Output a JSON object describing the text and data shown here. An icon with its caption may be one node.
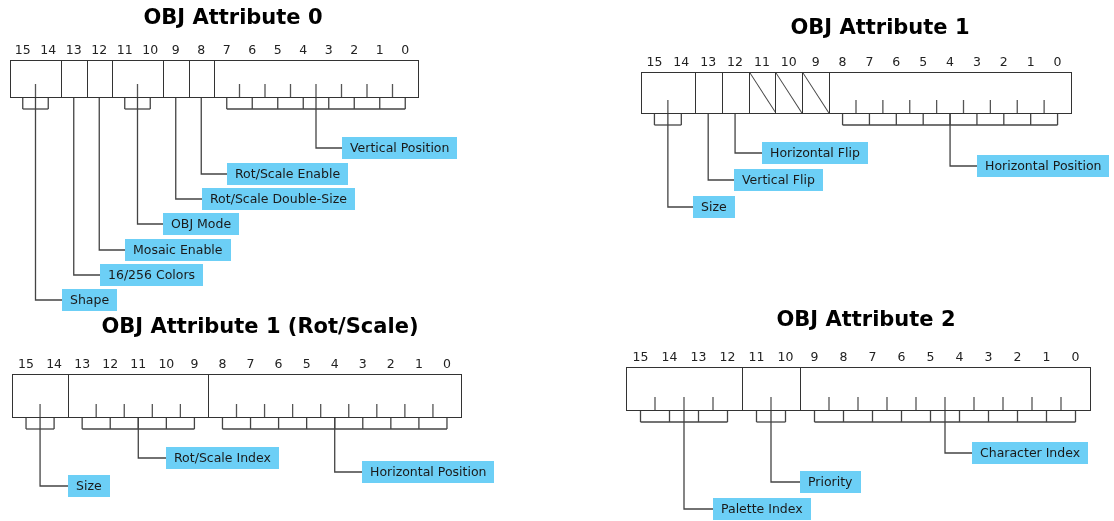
{
  "diagram": {
    "nodes": [
      {
        "text": [],
        "shape": "box"
      },
      {
        "text": [],
        "shape": "box"
      },
      {
        "text": [],
        "shape": "box"
      },
      {
        "text": [],
        "shape": "box"
      },
      {
        "text": [],
        "shape": "box"
      },
      {
        "text": [],
        "shape": "box"
      },
      {
        "text": [],
        "shape": "box"
      },
      {
        "text": [
          "Vertical Position"
        ]
      },
      {
        "text": [
          "Rot/Scale Enable"
        ]
      },
      {
        "text": [
          "Rot/Scale Double-Size"
        ]
      },
      {
        "text": [
          "OBJ Mode"
        ]
      },
      {
        "text": [
          "Mosaic Enable"
        ]
      },
      {
        "text": [
          "16/256 Colors"
        ]
      },
      {
        "text": [
          "Shape"
        ]
      },
      {
        "text": [],
        "shape": "box"
      },
      {
        "text": [],
        "shape": "box"
      },
      {
        "text": [],
        "shape": "box"
      },
      {
        "text": [],
        "shape": "box"
      },
      {
        "text": [],
        "shape": "box"
      },
      {
        "text": [],
        "shape": "box"
      },
      {
        "text": [],
        "shape": "box"
      },
      {
        "text": [
          "Horizontal Flip"
        ]
      },
      {
        "text": [
          "Horizontal Position"
        ]
      },
      {
        "text": [
          "Vertical Flip"
        ]
      },
      {
        "text": [
          "Size"
        ]
      },
      {
        "text": [],
        "shape": "box"
      },
      {
        "text": [],
        "shape": "box"
      },
      {
        "text": [],
        "shape": "box"
      },
      {
        "text": [
          "Rot/Scale Index"
        ]
      },
      {
        "text": [
          "Horizontal Position"
        ]
      },
      {
        "text": [
          "Size"
        ]
      },
      {
        "text": [],
        "shape": "box"
      },
      {
        "text": [],
        "shape": "box"
      },
      {
        "text": [],
        "shape": "box"
      },
      {
        "text": [
          "Character Index"
        ]
      },
      {
        "text": [
          "Priority"
        ]
      },
      {
        "text": [
          "Palette Index"
        ]
      }
    ],
    "edges": [
      {
        "from": 6,
        "to": 7,
        "arrow": "none"
      },
      {
        "from": 5,
        "to": 8,
        "arrow": "none"
      },
      {
        "from": 4,
        "to": 9,
        "arrow": "none"
      },
      {
        "from": 3,
        "to": 10,
        "arrow": "none"
      },
      {
        "from": 2,
        "to": 11,
        "arrow": "none"
      },
      {
        "from": 1,
        "to": 12,
        "arrow": "none"
      },
      {
        "from": 0,
        "to": 13,
        "arrow": "none"
      },
      {
        "from": 16,
        "to": 21,
        "arrow": "none"
      },
      {
        "from": 20,
        "to": 22,
        "arrow": "none"
      },
      {
        "from": 15,
        "to": 23,
        "arrow": "none"
      },
      {
        "from": 14,
        "to": 24,
        "arrow": "none"
      },
      {
        "from": 26,
        "to": 28,
        "arrow": "none"
      },
      {
        "from": 27,
        "to": 29,
        "arrow": "none"
      },
      {
        "from": 25,
        "to": 30,
        "arrow": "none"
      },
      {
        "from": 33,
        "to": 34,
        "arrow": "none"
      },
      {
        "from": 32,
        "to": 35,
        "arrow": "none"
      },
      {
        "from": 31,
        "to": 36,
        "arrow": "none"
      }
    ],
    "labels": [
      "OBJ Attribute 0",
      "15",
      "14",
      "13",
      "12",
      "11",
      "10",
      "9",
      "8",
      "7",
      "6",
      "5",
      "4",
      "3",
      "2",
      "1",
      "0",
      "OBJ Attribute 1",
      "15",
      "14",
      "13",
      "12",
      "11",
      "10",
      "9",
      "8",
      "7",
      "6",
      "5",
      "4",
      "3",
      "2",
      "1",
      "0",
      "OBJ Attribute 1 (Rot/Scale)",
      "15",
      "14",
      "13",
      "12",
      "11",
      "10",
      "9",
      "8",
      "7",
      "6",
      "5",
      "4",
      "3",
      "2",
      "1",
      "0",
      "OBJ Attribute 2",
      "15",
      "14",
      "13",
      "12",
      "11",
      "10",
      "9",
      "8",
      "7",
      "6",
      "5",
      "4",
      "3",
      "2",
      "1",
      "0"
    ]
  }
}
